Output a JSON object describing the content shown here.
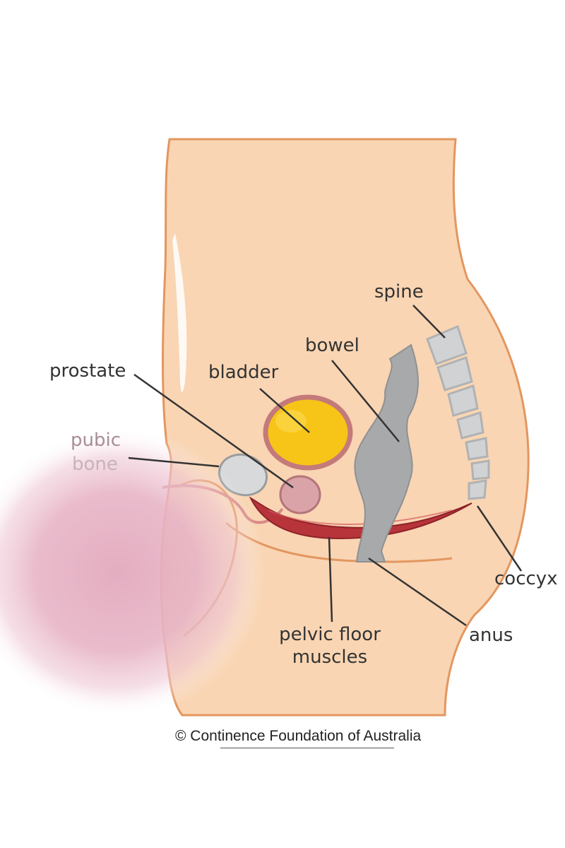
{
  "labels": {
    "spine": "spine",
    "bowel": "bowel",
    "bladder": "bladder",
    "prostate": "prostate",
    "pubic": "pubic",
    "bone": "bone",
    "coccyx": "coccyx",
    "anus": "anus",
    "pelvic_floor_line1": "pelvic floor",
    "pelvic_floor_line2": "muscles"
  },
  "caption": "© Continence Foundation of Australia",
  "colors": {
    "skin": "#f9d5b3",
    "skin_outline": "#e3965f",
    "bladder_fill": "#f7c418",
    "bladder_outline": "#c47a7a",
    "prostate": "#d9a3a8",
    "bone": "#c9cbcd",
    "bowel": "#a7a9ab",
    "muscle": "#b7343a",
    "blur_pink": "#e2a9bd"
  }
}
